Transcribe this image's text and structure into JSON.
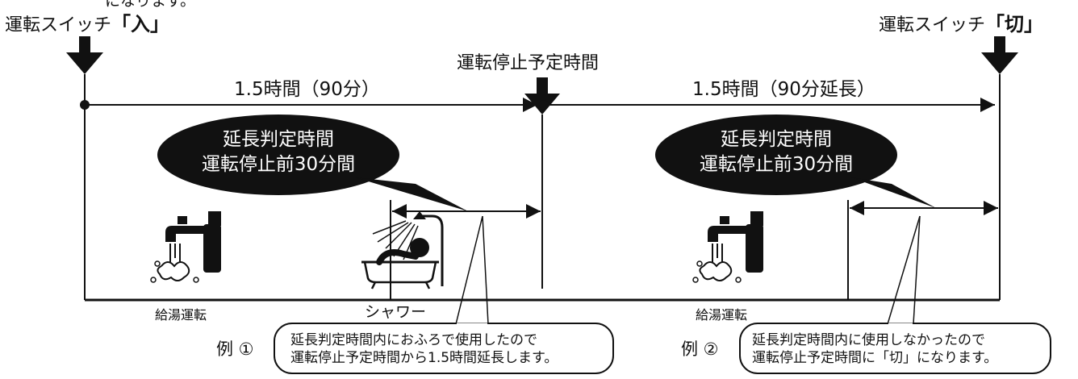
{
  "top_cut": "になります。",
  "switch_on": {
    "prefix": "運転スイッチ",
    "state": "「入」"
  },
  "switch_off": {
    "prefix": "運転スイッチ",
    "state": "「切」"
  },
  "stop_scheduled": "運転停止予定時間",
  "span_1": "1.5時間（90分）",
  "span_2": "1.5時間（90分延長）",
  "bubble_1": {
    "line1": "延長判定時間",
    "line2": "運転停止前30分間"
  },
  "bubble_2": {
    "line1": "延長判定時間",
    "line2": "運転停止前30分間"
  },
  "label_hot_water_1": "給湯運転",
  "label_shower": "シャワー",
  "label_hot_water_2": "給湯運転",
  "example_1": {
    "label": "例 ①",
    "line1": "延長判定時間内におふろで使用したので",
    "line2": "運転停止予定時間から1.5時間延長します。"
  },
  "example_2": {
    "label": "例 ②",
    "line1": "延長判定時間内に使用しなかったので",
    "line2": "運転停止予定時間に「切」になります。"
  },
  "icons": [
    "down-arrow-icon",
    "faucet-icon",
    "bathtub-shower-icon"
  ],
  "colors": {
    "ink": "#111111",
    "bubble_fill": "#111111",
    "bubble_text": "#ffffff"
  }
}
